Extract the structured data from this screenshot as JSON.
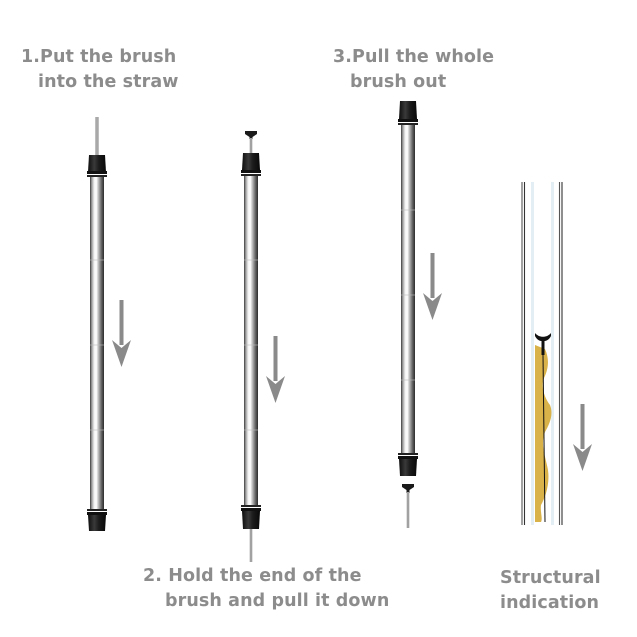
{
  "steps": [
    {
      "id": 1,
      "line1": "1.Put the brush",
      "line2": "into the straw"
    },
    {
      "id": 2,
      "line1": "2. Hold the end of the",
      "line2": "brush and pull it down"
    },
    {
      "id": 3,
      "line1": "3.Pull the whole",
      "line2": "brush out"
    }
  ],
  "structural": {
    "line1": "Structural",
    "line2": "indication"
  },
  "colors": {
    "text": "#8c8c8c",
    "arrow": "#8a8a8a",
    "plug": "#1a1a1a",
    "straw_metal": "#c8c8c8",
    "brush_bristle": "#d9b24a"
  }
}
